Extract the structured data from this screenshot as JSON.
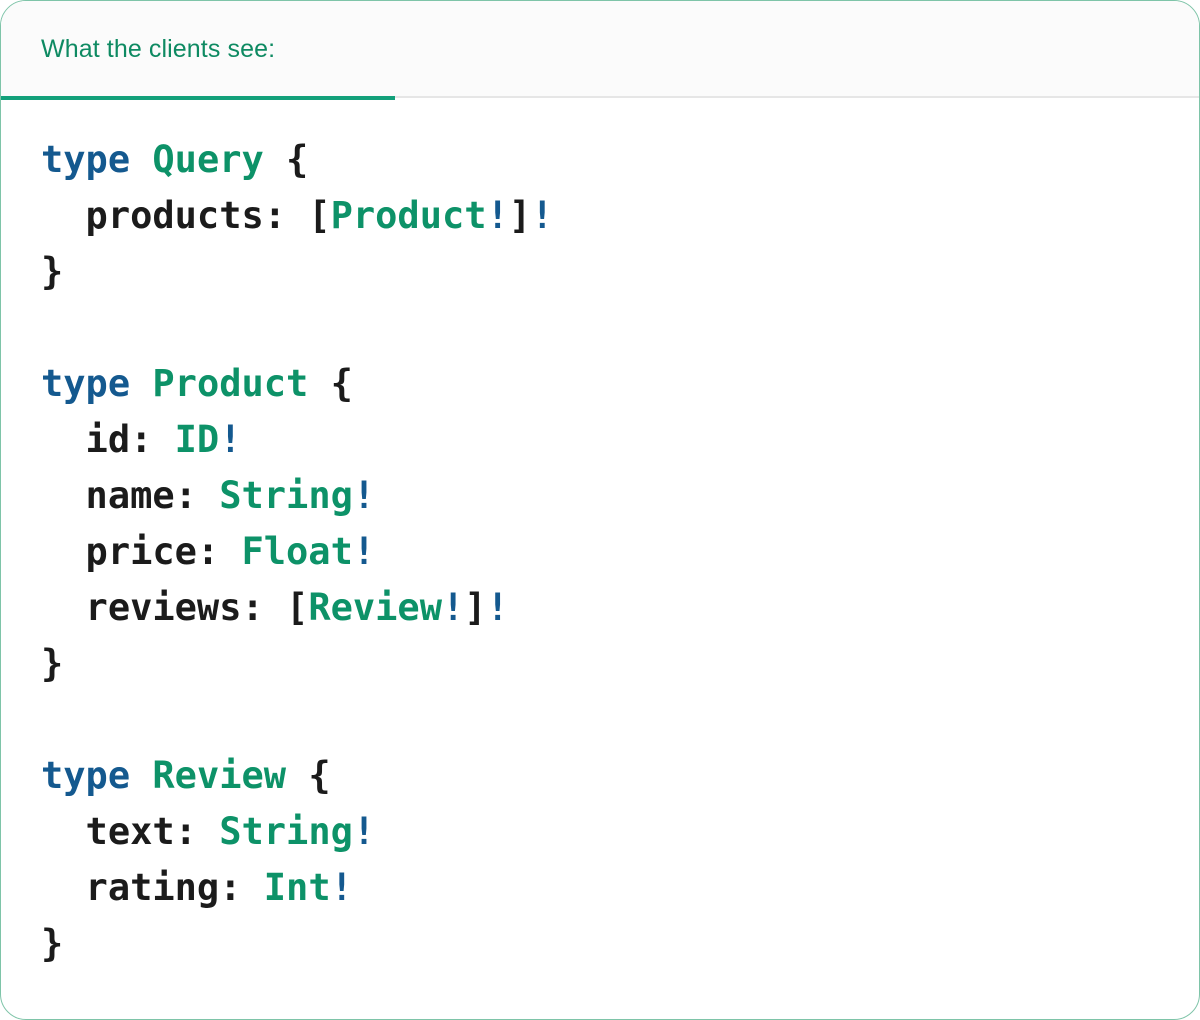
{
  "card": {
    "border_color": "#7ec4a8",
    "background": "#ffffff"
  },
  "tabs": {
    "active_index": 0,
    "items": [
      {
        "label": "What the clients see:",
        "active": true
      }
    ],
    "active_color": "#0e8a62",
    "underline_color": "#12a07a"
  },
  "code": {
    "language": "graphql",
    "colors": {
      "keyword": "#14598F",
      "type_name": "#0D9268",
      "non_null": "#14598F",
      "punctuation": "#1b1b1b"
    },
    "lines": [
      [
        {
          "t": "type",
          "c": "kw"
        },
        {
          "t": " ",
          "c": "pn"
        },
        {
          "t": "Query",
          "c": "tn"
        },
        {
          "t": " {",
          "c": "pn"
        }
      ],
      [
        {
          "t": "  products: [",
          "c": "pn"
        },
        {
          "t": "Product",
          "c": "tn"
        },
        {
          "t": "!",
          "c": "bang"
        },
        {
          "t": "]",
          "c": "pn"
        },
        {
          "t": "!",
          "c": "bang"
        }
      ],
      [
        {
          "t": "}",
          "c": "pn"
        }
      ],
      [],
      [
        {
          "t": "type",
          "c": "kw"
        },
        {
          "t": " ",
          "c": "pn"
        },
        {
          "t": "Product",
          "c": "tn"
        },
        {
          "t": " {",
          "c": "pn"
        }
      ],
      [
        {
          "t": "  id: ",
          "c": "pn"
        },
        {
          "t": "ID",
          "c": "tn"
        },
        {
          "t": "!",
          "c": "bang"
        }
      ],
      [
        {
          "t": "  name: ",
          "c": "pn"
        },
        {
          "t": "String",
          "c": "tn"
        },
        {
          "t": "!",
          "c": "bang"
        }
      ],
      [
        {
          "t": "  price: ",
          "c": "pn"
        },
        {
          "t": "Float",
          "c": "tn"
        },
        {
          "t": "!",
          "c": "bang"
        }
      ],
      [
        {
          "t": "  reviews: [",
          "c": "pn"
        },
        {
          "t": "Review",
          "c": "tn"
        },
        {
          "t": "!",
          "c": "bang"
        },
        {
          "t": "]",
          "c": "pn"
        },
        {
          "t": "!",
          "c": "bang"
        }
      ],
      [
        {
          "t": "}",
          "c": "pn"
        }
      ],
      [],
      [
        {
          "t": "type",
          "c": "kw"
        },
        {
          "t": " ",
          "c": "pn"
        },
        {
          "t": "Review",
          "c": "tn"
        },
        {
          "t": " {",
          "c": "pn"
        }
      ],
      [
        {
          "t": "  text: ",
          "c": "pn"
        },
        {
          "t": "String",
          "c": "tn"
        },
        {
          "t": "!",
          "c": "bang"
        }
      ],
      [
        {
          "t": "  rating: ",
          "c": "pn"
        },
        {
          "t": "Int",
          "c": "tn"
        },
        {
          "t": "!",
          "c": "bang"
        }
      ],
      [
        {
          "t": "}",
          "c": "pn"
        }
      ]
    ]
  }
}
